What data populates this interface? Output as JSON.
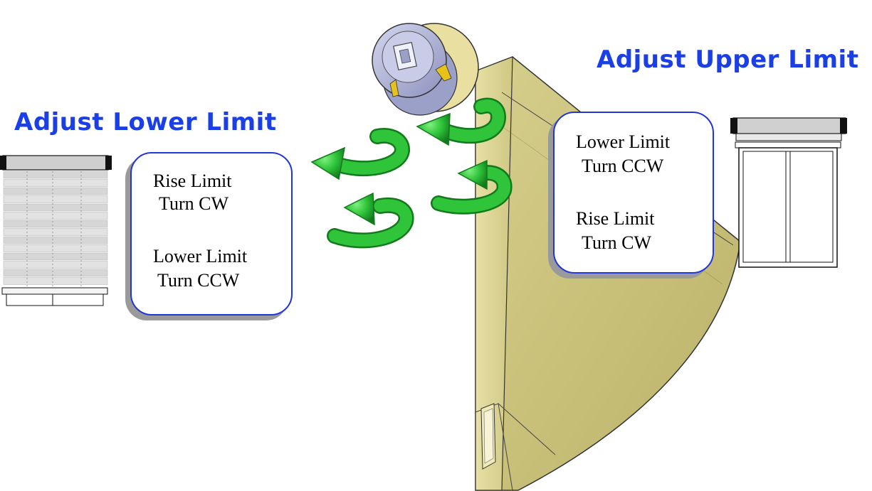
{
  "headings": {
    "lower": "Adjust Lower Limit",
    "upper": "Adjust Upper Limit"
  },
  "callouts": {
    "lower": {
      "line1": "Rise Limit",
      "line2": "Turn CW",
      "line3": "Lower Limit",
      "line4": "Turn CCW"
    },
    "upper": {
      "line1": "Lower Limit",
      "line2": "Turn CCW",
      "line3": "Rise Limit",
      "line4": "Turn CW"
    }
  },
  "colors": {
    "heading": "#1a3fe6",
    "callout_border": "#2335d8",
    "arrow_green": "#2fc43a",
    "fabric": "#c9c27a",
    "motor_head": "#aeb3d6"
  },
  "icons": {
    "arrows": "curved-rotation-arrow-icon",
    "shade_lowered": "lowered-shade-icon",
    "shade_raised": "raised-shade-icon",
    "motor": "tubular-motor-icon"
  }
}
